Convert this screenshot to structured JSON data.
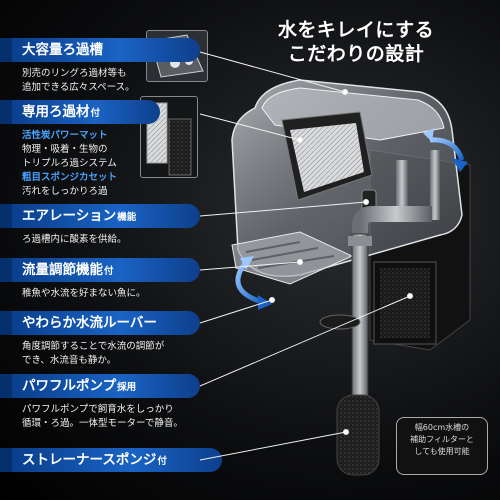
{
  "headline": {
    "line1": "水をキレイにする",
    "line2": "こだわりの設計"
  },
  "features": [
    {
      "title": "大容量ろ過槽",
      "suffix": "",
      "lines": [
        "別売のリングろ過材等も",
        "追加できる広々スペース。"
      ]
    },
    {
      "title": "専用ろ過材",
      "suffix": "付",
      "accent1": "活性炭パワーマット",
      "lines": [
        "物理・吸着・生物の",
        "トリプルろ過システム"
      ],
      "accent2": "粗目スポンジカセット",
      "lines2": [
        "汚れをしっかりろ過"
      ]
    },
    {
      "title": "エアレーション",
      "suffix": "機能",
      "lines": [
        "ろ過槽内に酸素を供給。"
      ]
    },
    {
      "title": "流量調節機能",
      "suffix": "付",
      "lines": [
        "稚魚や水流を好まない魚に。"
      ]
    },
    {
      "title": "やわらか水流ルーバー",
      "suffix": "",
      "lines": [
        "角度調節することで水流の調節が",
        "でき、水流音も静か。"
      ]
    },
    {
      "title": "パワフルポンプ",
      "suffix": "採用",
      "lines": [
        "パワフルポンプで飼育水をしっかり",
        "循環・ろ過。一体型モーターで静音。"
      ]
    },
    {
      "title": "ストレーナースポンジ",
      "suffix": "付",
      "lines": []
    }
  ],
  "note": {
    "lines": [
      "幅60cm水槽の",
      "補助フィルターと",
      "しても使用可能"
    ]
  },
  "colors": {
    "accent": "#1a63c4",
    "accent_text": "#4aa3ff",
    "background": "#000000"
  }
}
